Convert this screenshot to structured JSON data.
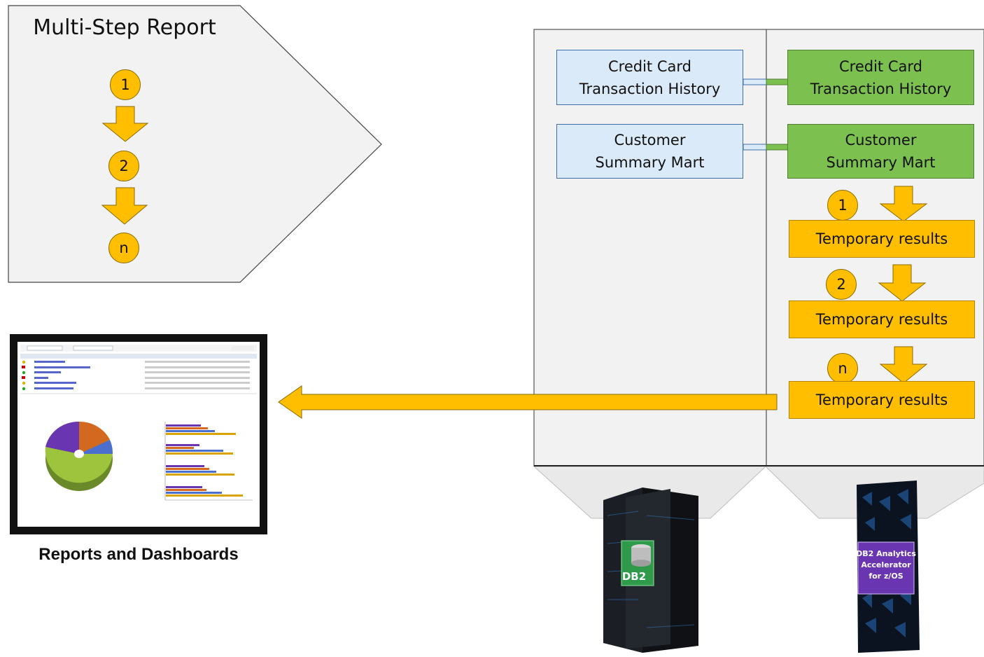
{
  "report": {
    "title": "Multi-Step Report",
    "steps": [
      "1",
      "2",
      "n"
    ]
  },
  "db2_column": {
    "tables": [
      "Credit Card Transaction History",
      "Customer Summary Mart"
    ],
    "server_label": "DB2"
  },
  "accelerator_column": {
    "tables": [
      "Credit Card Transaction History",
      "Customer Summary Mart"
    ],
    "steps": [
      {
        "marker": "1",
        "label": "Temporary results"
      },
      {
        "marker": "2",
        "label": "Temporary results"
      },
      {
        "marker": "n",
        "label": "Temporary results"
      }
    ],
    "server_label": "DB2 Analytics Accelerator for z/OS"
  },
  "dashboard": {
    "caption": "Reports and Dashboards"
  },
  "colors": {
    "step_orange": "#ffbf00",
    "accel_green": "#7cc04f",
    "db2_blue": "#dbeaf8"
  }
}
